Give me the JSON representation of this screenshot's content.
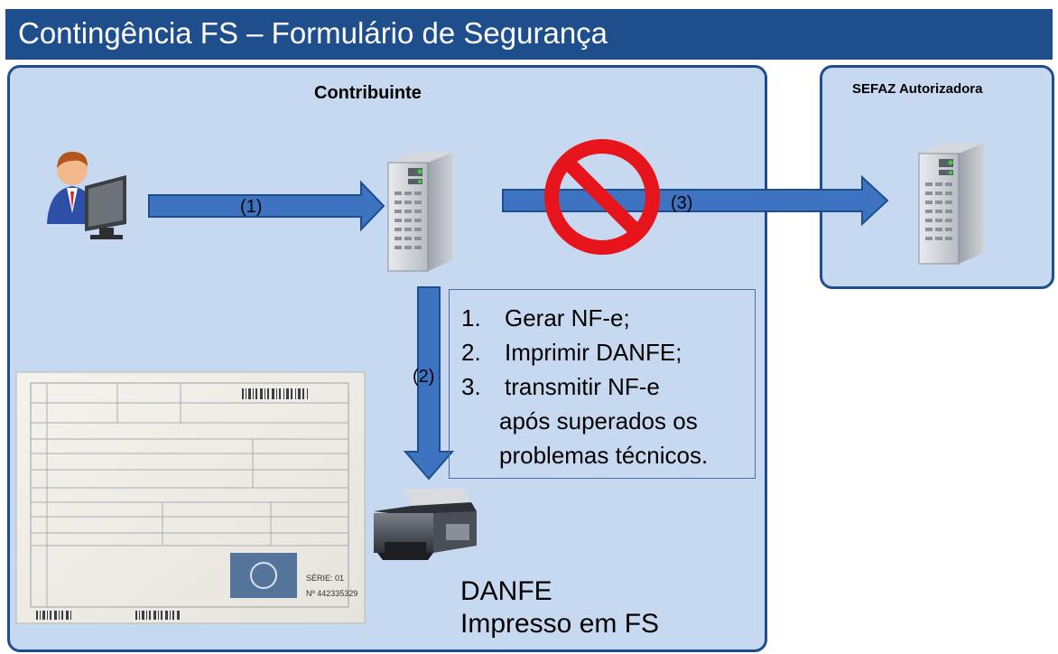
{
  "header": {
    "title": "Contingência FS – Formulário de Segurança"
  },
  "panels": {
    "contribuinte": {
      "label": "Contribuinte"
    },
    "sefaz": {
      "label": "SEFAZ Autorizadora"
    }
  },
  "arrows": {
    "arrow1_label": "(1)",
    "arrow2_label": "(2)",
    "arrow3_label": "(3)"
  },
  "steps": [
    {
      "number": "1.",
      "text": "Gerar NF-e;"
    },
    {
      "number": "2.",
      "text": "Imprimir DANFE;"
    },
    {
      "number": "3.",
      "text": "transmitir NF-e"
    }
  ],
  "step3_continuation": [
    "após superados os",
    "problemas técnicos."
  ],
  "danfe_caption": {
    "line1": "DANFE",
    "line2": "Impresso em FS"
  },
  "document_stamp": {
    "serie_label": "SÉRIE: 01",
    "number": "Nº 442335329"
  },
  "colors": {
    "title_bar": "#1f4e8c",
    "panel_fill": "#c6d9f0",
    "panel_border": "#1f4e8c",
    "arrow_fill": "#3e73c2",
    "prohibition_red": "#e8141c"
  },
  "icons": [
    "user-at-computer-icon",
    "server-icon",
    "prohibition-icon",
    "printer-icon",
    "danfe-document-image"
  ]
}
